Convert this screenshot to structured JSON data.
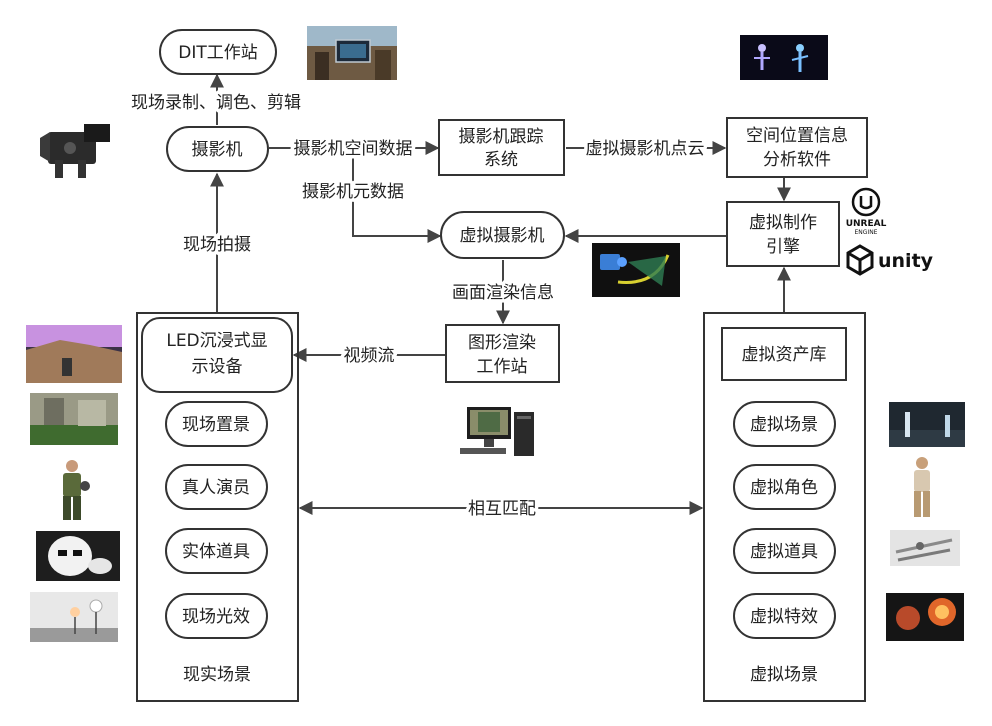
{
  "nodes": {
    "dit": "DIT工作站",
    "camera": "摄影机",
    "tracking_line1": "摄影机跟踪",
    "tracking_line2": "系统",
    "spatial_line1": "空间位置信息",
    "spatial_line2": "分析软件",
    "virtual_camera": "虚拟摄影机",
    "engine_line1": "虚拟制作",
    "engine_line2": "引擎",
    "render_line1": "图形渲染",
    "render_line2": "工作站",
    "led_line1": "LED沉浸式显",
    "led_line2": "示设备",
    "virtual_assets": "虚拟资产库"
  },
  "real_scene": {
    "title": "现实场景",
    "items": [
      "现场置景",
      "真人演员",
      "实体道具",
      "现场光效"
    ]
  },
  "virtual_scene": {
    "title": "虚拟场景",
    "items": [
      "虚拟场景",
      "虚拟角色",
      "虚拟道具",
      "虚拟特效"
    ]
  },
  "edge_labels": {
    "record": "现场录制、调色、剪辑",
    "spatial_data": "摄影机空间数据",
    "meta_data": "摄影机元数据",
    "point_cloud": "虚拟摄影机点云",
    "live_shoot": "现场拍摄",
    "render_info": "画面渲染信息",
    "video_stream": "视频流",
    "match": "相互匹配"
  },
  "logos": {
    "unreal_line1": "UNREAL",
    "unreal_line2": "ENGINE",
    "unity": "unity"
  },
  "icons": [
    "dit-photo-icon",
    "cinema-camera-icon",
    "point-cloud-photo-icon",
    "virtual-camera-icon",
    "unreal-engine-logo-icon",
    "unity-logo-icon",
    "workstation-computer-icon",
    "led-stage-photo-icon",
    "set-photo-icon",
    "actor-photo-icon",
    "helmet-photo-icon",
    "lighting-photo-icon",
    "virtual-scene-photo-icon",
    "virtual-character-photo-icon",
    "virtual-props-photo-icon",
    "virtual-effects-photo-icon"
  ]
}
